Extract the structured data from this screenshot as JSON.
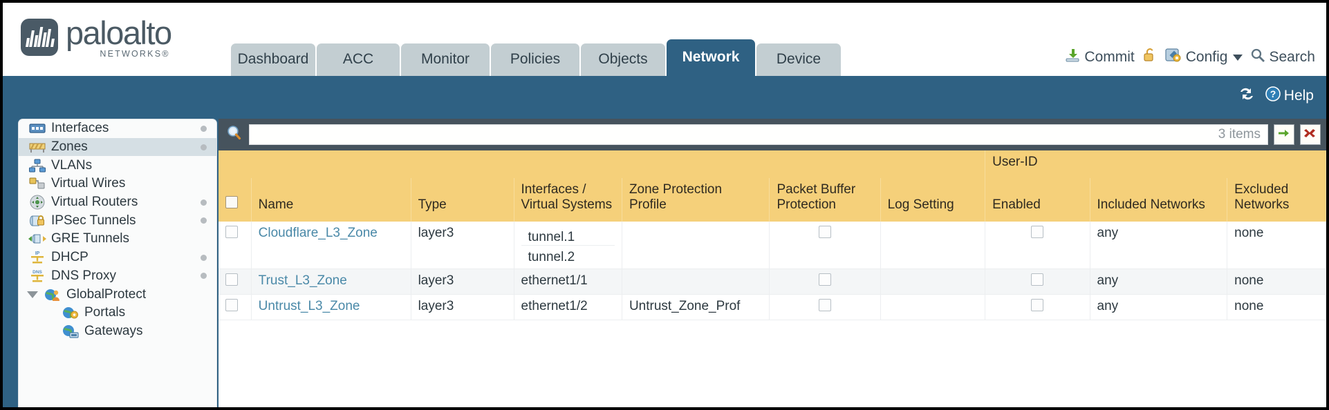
{
  "brand": {
    "name": "paloalto",
    "sub": "NETWORKS®"
  },
  "nav": {
    "tabs": [
      {
        "label": "Dashboard",
        "active": false
      },
      {
        "label": "ACC",
        "active": false
      },
      {
        "label": "Monitor",
        "active": false
      },
      {
        "label": "Policies",
        "active": false
      },
      {
        "label": "Objects",
        "active": false
      },
      {
        "label": "Network",
        "active": true
      },
      {
        "label": "Device",
        "active": false
      }
    ]
  },
  "toolbar": {
    "commit_label": "Commit",
    "commit_icon": "commit-download-icon",
    "lock_icon": "unlock-padlock-icon",
    "config_label": "Config",
    "config_icon": "config-wrench-icon",
    "search_label": "Search",
    "search_icon": "search-magnifier-icon"
  },
  "bluebar": {
    "refresh_icon": "refresh-icon",
    "help_label": "Help",
    "help_icon": "help-question-icon"
  },
  "sidebar": {
    "items": [
      {
        "label": "Interfaces",
        "icon": "interfaces-icon",
        "dot": true,
        "selected": false,
        "twisty": false,
        "child": false
      },
      {
        "label": "Zones",
        "icon": "zones-icon",
        "dot": true,
        "selected": true,
        "twisty": false,
        "child": false
      },
      {
        "label": "VLANs",
        "icon": "vlans-icon",
        "dot": false,
        "selected": false,
        "twisty": false,
        "child": false
      },
      {
        "label": "Virtual Wires",
        "icon": "virtual-wires-icon",
        "dot": false,
        "selected": false,
        "twisty": false,
        "child": false
      },
      {
        "label": "Virtual Routers",
        "icon": "virtual-routers-icon",
        "dot": true,
        "selected": false,
        "twisty": false,
        "child": false
      },
      {
        "label": "IPSec Tunnels",
        "icon": "ipsec-tunnels-icon",
        "dot": true,
        "selected": false,
        "twisty": false,
        "child": false
      },
      {
        "label": "GRE Tunnels",
        "icon": "gre-tunnels-icon",
        "dot": false,
        "selected": false,
        "twisty": false,
        "child": false
      },
      {
        "label": "DHCP",
        "icon": "dhcp-icon",
        "dot": true,
        "selected": false,
        "twisty": false,
        "child": false
      },
      {
        "label": "DNS Proxy",
        "icon": "dns-proxy-icon",
        "dot": true,
        "selected": false,
        "twisty": false,
        "child": false
      },
      {
        "label": "GlobalProtect",
        "icon": "globalprotect-icon",
        "dot": false,
        "selected": false,
        "twisty": true,
        "child": false
      },
      {
        "label": "Portals",
        "icon": "portals-icon",
        "dot": false,
        "selected": false,
        "twisty": false,
        "child": true
      },
      {
        "label": "Gateways",
        "icon": "gateways-icon",
        "dot": false,
        "selected": false,
        "twisty": false,
        "child": true
      }
    ]
  },
  "filter": {
    "search_icon": "filter-search-icon",
    "value": "",
    "placeholder": "",
    "item_count": "3 items",
    "apply_icon": "apply-filter-arrow-icon",
    "clear_icon": "clear-filter-x-icon"
  },
  "table": {
    "group_header": {
      "label": "User-ID",
      "span": 3
    },
    "columns": [
      "Name",
      "Type",
      "Interfaces / Virtual Systems",
      "Zone Protection Profile",
      "Packet Buffer Protection",
      "Log Setting",
      "Enabled",
      "Included Networks",
      "Excluded Networks"
    ],
    "rows": [
      {
        "selected": false,
        "name": "Cloudflare_L3_Zone",
        "type": "layer3",
        "interfaces": [
          "tunnel.1",
          "tunnel.2"
        ],
        "zone_protection_profile": "",
        "packet_buffer_protection": false,
        "log_setting": "",
        "user_id_enabled": false,
        "included_networks": "any",
        "excluded_networks": "none"
      },
      {
        "selected": false,
        "name": "Trust_L3_Zone",
        "type": "layer3",
        "interfaces": [
          "ethernet1/1"
        ],
        "zone_protection_profile": "",
        "packet_buffer_protection": false,
        "log_setting": "",
        "user_id_enabled": false,
        "included_networks": "any",
        "excluded_networks": "none"
      },
      {
        "selected": false,
        "name": "Untrust_L3_Zone",
        "type": "layer3",
        "interfaces": [
          "ethernet1/2"
        ],
        "zone_protection_profile": "Untrust_Zone_Prof",
        "packet_buffer_protection": false,
        "log_setting": "",
        "user_id_enabled": false,
        "included_networks": "any",
        "excluded_networks": "none"
      }
    ]
  },
  "colors": {
    "header_blue": "#2f6183",
    "tab_inactive": "#c3ced2",
    "table_header_amber": "#f5d07a",
    "group_header_amber": "#e8b944",
    "link_blue": "#4a89a8",
    "filter_bar": "#46535d"
  }
}
